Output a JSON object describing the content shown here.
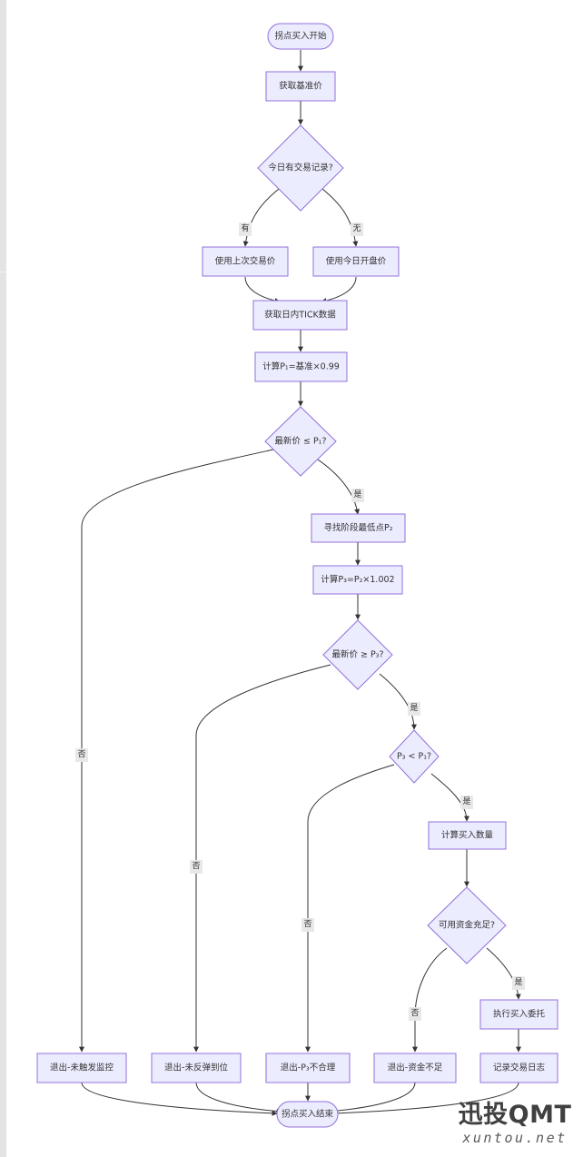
{
  "colors": {
    "node_fill": "#ECECFF",
    "node_stroke": "#9370DB",
    "edge": "#333333",
    "text": "#333333",
    "edge_label_bg": "#E8E8E8"
  },
  "nodes": {
    "start": "拐点买入开始",
    "get_base": "获取基准价",
    "has_trade": "今日有交易记录?",
    "use_last": "使用上次交易价",
    "use_open": "使用今日开盘价",
    "get_tick": "获取日内TICK数据",
    "calc_p1": "计算P₁=基准×0.99",
    "dec_p1": "最新价 ≤ P₁?",
    "find_low": "寻找阶段最低点P₂",
    "calc_p3": "计算P₃=P₂×1.002",
    "dec_p3": "最新价 ≥ P₃?",
    "dec_p3p1": "P₃ < P₁?",
    "calc_qty": "计算买入数量",
    "dec_fund": "可用资金充足?",
    "exec_order": "执行买入委托",
    "log_trade": "记录交易日志",
    "exit_no_trigger": "退出-未触发监控",
    "exit_no_rebound": "退出-未反弹到位",
    "exit_p3_bad": "退出-P₃不合理",
    "exit_no_fund": "退出-资金不足",
    "end": "拐点买入结束"
  },
  "edge_labels": {
    "has": "有",
    "none": "无",
    "yes_p1": "是",
    "no_p1": "否",
    "yes_p3": "是",
    "no_p3": "否",
    "yes_p3p1": "是",
    "no_p3p1": "否",
    "yes_fund": "是",
    "no_fund": "否"
  },
  "watermark": {
    "title": "迅投QMT",
    "subtitle": "xuntou.net"
  }
}
